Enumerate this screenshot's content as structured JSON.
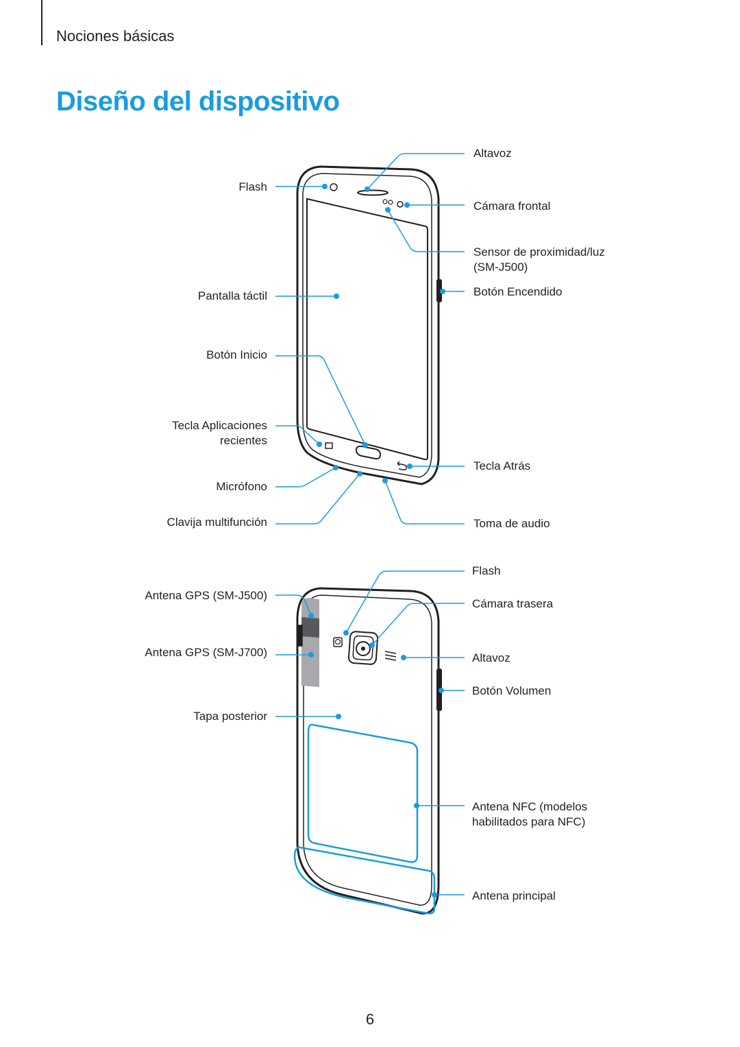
{
  "header": {
    "section": "Nociones básicas"
  },
  "title": "Diseño del dispositivo",
  "front_labels": {
    "speaker": "Altavoz",
    "flash": "Flash",
    "front_camera": "Cámara frontal",
    "proximity_sensor_line1": "Sensor de proximidad/luz",
    "proximity_sensor_line2": "(SM-J500)",
    "touchscreen": "Pantalla táctil",
    "power_button": "Botón Encendido",
    "home_button": "Botón Inicio",
    "recents_key_line1": "Tecla Aplicaciones",
    "recents_key_line2": "recientes",
    "back_key": "Tecla Atrás",
    "microphone": "Micrófono",
    "multipurpose_jack": "Clavija multifunción",
    "headset_jack": "Toma de audio"
  },
  "back_labels": {
    "flash": "Flash",
    "gps_antenna_j500": "Antena GPS (SM-J500)",
    "rear_camera": "Cámara trasera",
    "gps_antenna_j700": "Antena GPS (SM-J700)",
    "speaker": "Altavoz",
    "volume_button": "Botón Volumen",
    "back_cover": "Tapa posterior",
    "nfc_antenna_line1": "Antena NFC (modelos",
    "nfc_antenna_line2": "habilitados para NFC)",
    "main_antenna": "Antena principal"
  },
  "colors": {
    "accent": "#1a9ce0",
    "text": "#231f20"
  },
  "page_number": "6"
}
